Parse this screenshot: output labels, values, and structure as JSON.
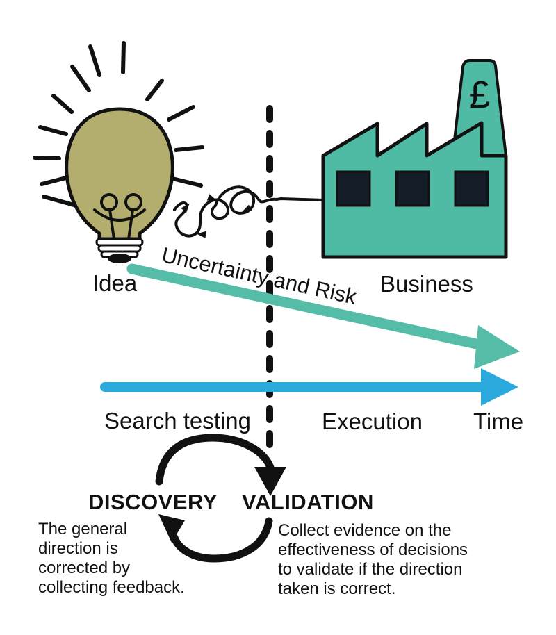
{
  "diagram": {
    "top": {
      "idea_label": "Idea",
      "business_label": "Business",
      "pound_symbol": "£",
      "uncertainty_risk_label": "Uncertainty and Risk"
    },
    "timeline": {
      "search_testing_label": "Search testing",
      "execution_label": "Execution",
      "time_label": "Time"
    },
    "cycle": {
      "discovery_label": "DISCOVERY",
      "validation_label": "VALIDATION",
      "discovery_description_lines": [
        "The general",
        "direction is",
        "corrected by",
        "collecting feedback."
      ],
      "validation_description_lines": [
        "Collect evidence on the",
        "effectiveness of decisions",
        "to validate if the direction",
        "taken is correct."
      ]
    },
    "icons": {
      "lightbulb": "lightbulb-icon",
      "factory": "factory-icon",
      "tangled_path": "tangled-scribble-line",
      "divider": "dashed-divider-line"
    },
    "colors": {
      "bulb_olive": "#b3ae6e",
      "factory_teal": "#4fbba5",
      "risk_arrow_teal": "#55bda7",
      "time_arrow_blue": "#2aa9dd",
      "window_dark": "#141c27",
      "ink_black": "#111111"
    }
  }
}
